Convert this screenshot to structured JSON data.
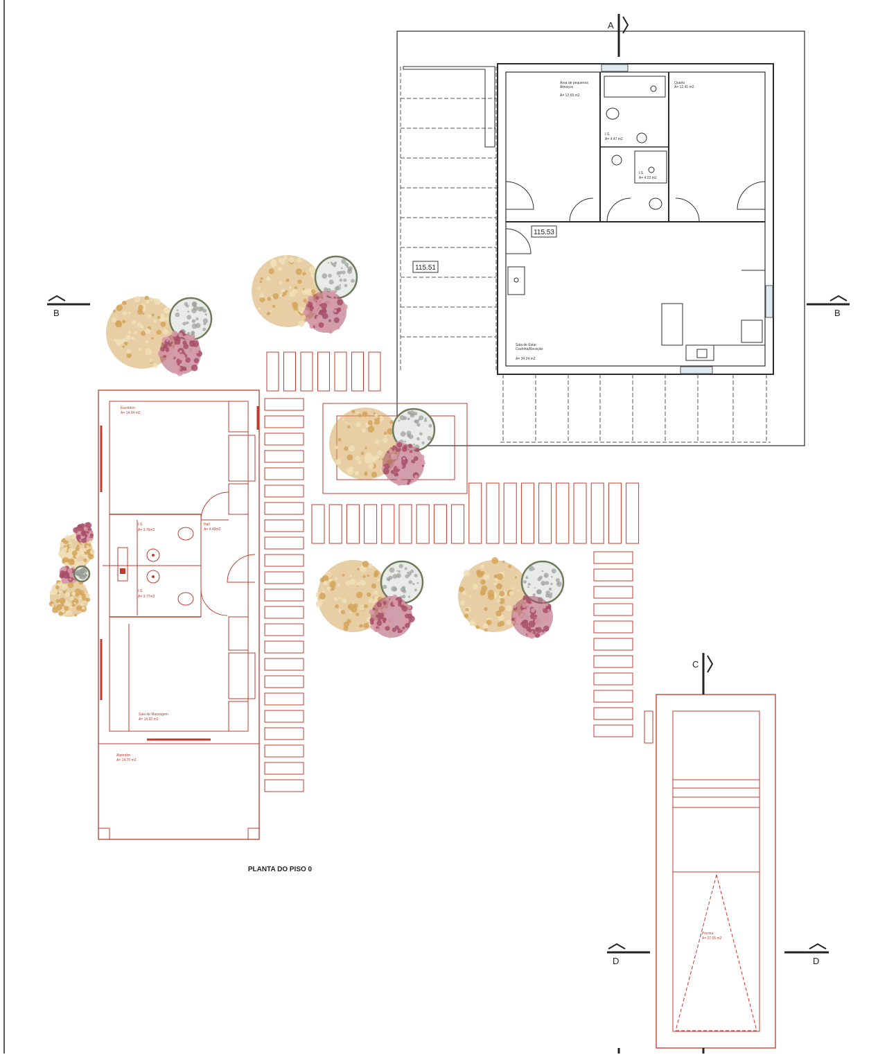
{
  "title": "PLANTA DO PISO 0",
  "section_marks": {
    "a": "A",
    "b": "B",
    "c": "C",
    "d": "D"
  },
  "levels": {
    "deck": "115.51",
    "interior": "115.53"
  },
  "main_house": {
    "rooms": [
      {
        "name": "Área de pequenos\nAlmoços",
        "area": "A= 12.69 m2"
      },
      {
        "name": "Quarto",
        "area": "A= 12.41 m2"
      },
      {
        "name": "I.S.",
        "area": "A= 4.47 m2"
      },
      {
        "name": "I.S.",
        "area": "A= 4.22 m2"
      },
      {
        "name": "Sala de Estar\nCozinha/Receção",
        "area": "A= 34.24 m2"
      }
    ]
  },
  "annex": {
    "rooms": [
      {
        "name": "Escritório",
        "area": "A= 14.94 m2"
      },
      {
        "name": "I.S.",
        "area": "A= 3.76m2"
      },
      {
        "name": "Hall",
        "area": "A= 4.49m2"
      },
      {
        "name": "I.S.",
        "area": "A= 3.77m2"
      },
      {
        "name": "Sala de Massagem",
        "area": "A= 14.92 m2"
      },
      {
        "name": "Alpendre",
        "area": "A= 14.70 m2"
      }
    ]
  },
  "pool": {
    "name": "Piscina",
    "area": "A= 27.05 m2"
  },
  "colors": {
    "existing_walls": "#2b2b2b",
    "new_construction": "#c0392b",
    "tree_ochre": "#d4a55a",
    "tree_pink": "#a8506a",
    "tree_grey": "#8a8f8a"
  }
}
